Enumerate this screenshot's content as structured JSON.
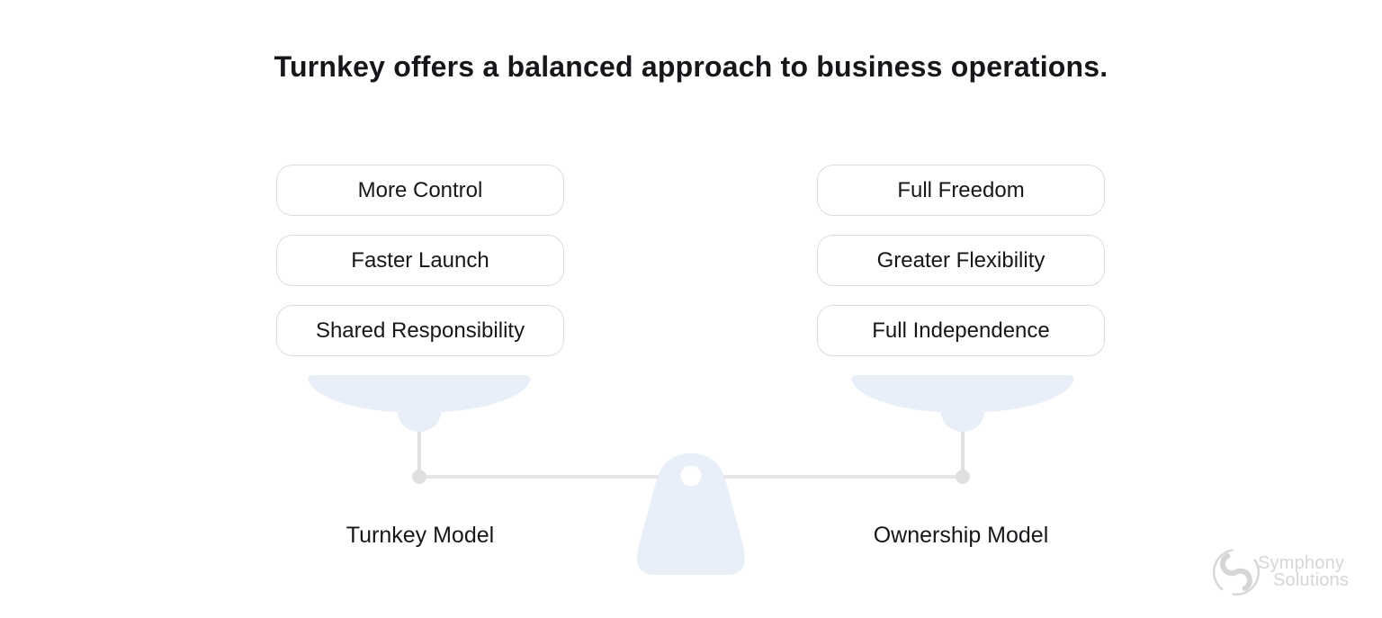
{
  "title": "Turnkey offers a balanced approach to business operations.",
  "scale": {
    "left": {
      "label": "Turnkey Model",
      "items": [
        "More Control",
        "Faster Launch",
        "Shared Responsibility"
      ]
    },
    "right": {
      "label": "Ownership Model",
      "items": [
        "Full Freedom",
        "Greater Flexibility",
        "Full Independence"
      ]
    }
  },
  "branding": {
    "name_line1": "Symphony",
    "name_line2": "Solutions"
  },
  "colors": {
    "background": "#ffffff",
    "text": "#15171a",
    "pill_border": "#dcdcdc",
    "pan_fill": "#e8eff9",
    "weight_fill": "#e8eff9",
    "hanger_line": "#e0e0e0",
    "beam_line": "#e6e6e6",
    "joint_dot": "#dfdfdf",
    "logo_gray": "#d6d6d6"
  }
}
